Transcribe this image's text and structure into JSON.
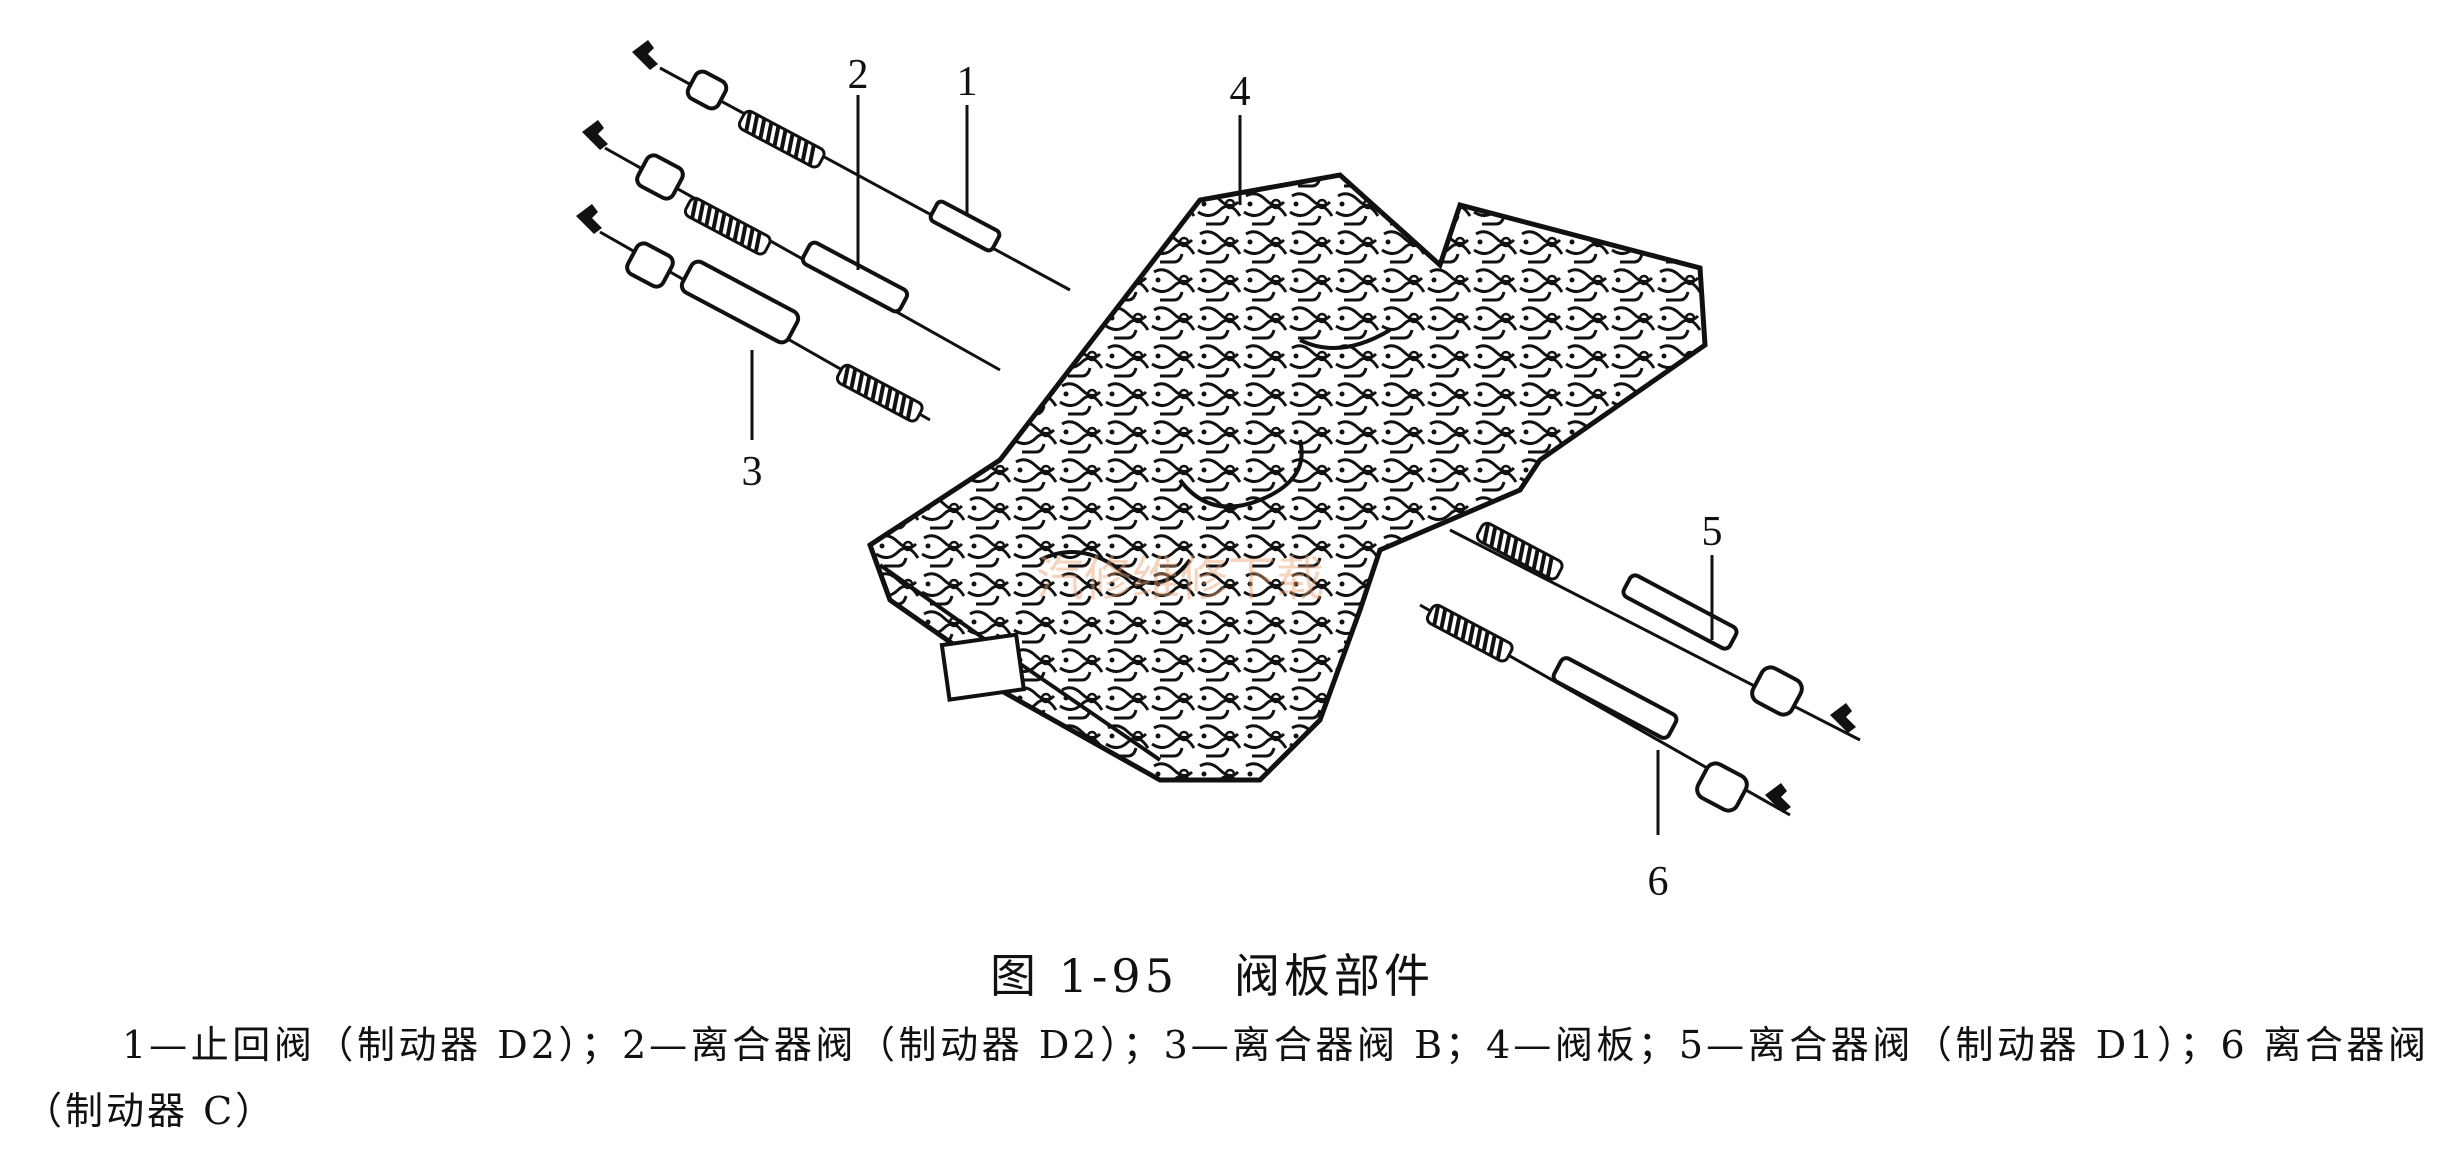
{
  "figure": {
    "callouts": [
      {
        "id": "1",
        "text": "1"
      },
      {
        "id": "2",
        "text": "2"
      },
      {
        "id": "3",
        "text": "3"
      },
      {
        "id": "4",
        "text": "4"
      },
      {
        "id": "5",
        "text": "5"
      },
      {
        "id": "6",
        "text": "6"
      }
    ],
    "watermark": "汽修维修下载"
  },
  "caption": {
    "number": "图 1-95",
    "title": "阀板部件"
  },
  "legend": {
    "line1": "1—止回阀（制动器 D2）；2—离合器阀（制动器 D2）；3—离合器阀 B；4—阀板；5—离合器阀（制动器",
    "line2": "D1）；6  离合器阀（制动器 C）"
  }
}
